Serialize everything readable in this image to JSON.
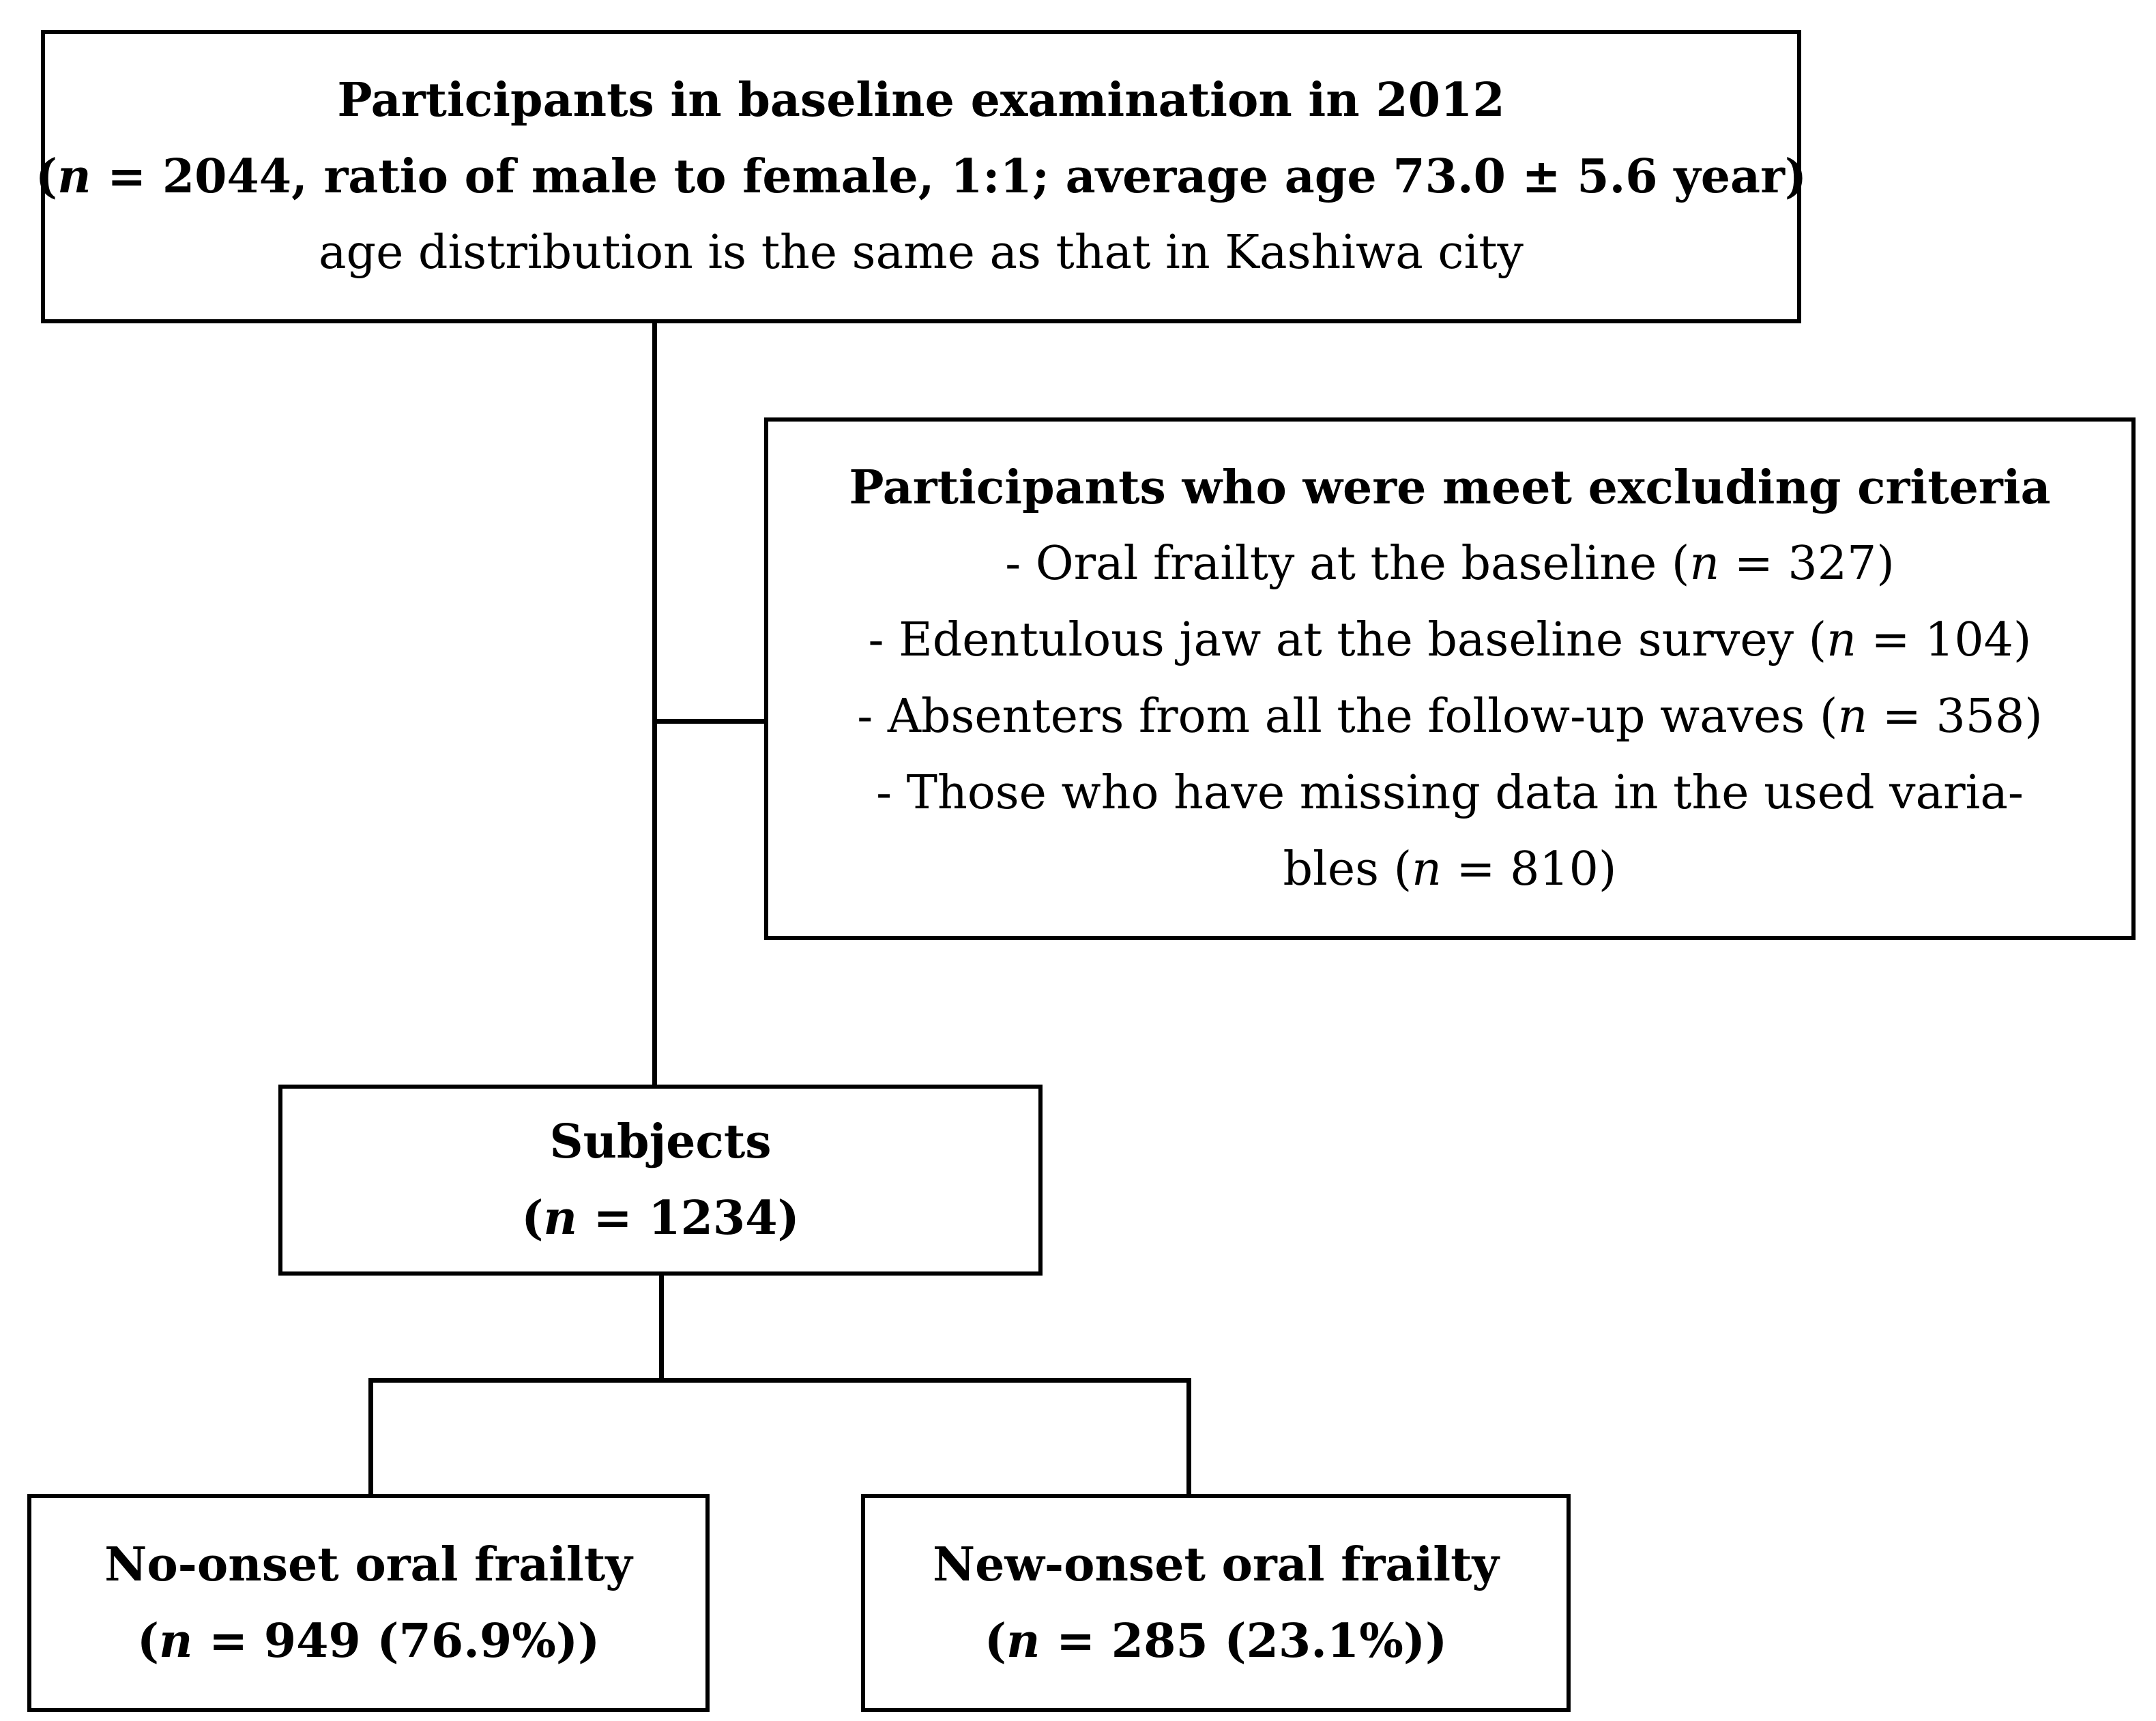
{
  "baseline": {
    "title": "Participants in baseline examination in 2012",
    "n_symbol": "n",
    "stats_text": " = 2044, ratio of male to female, 1:1; average age 73.0 ± 5.6 year)",
    "open_paren": "(",
    "note": "age distribution is the same as that in Kashiwa city"
  },
  "exclusion": {
    "title": "Participants who were meet excluding criteria",
    "n_symbol": "n",
    "items": [
      {
        "pre": "- Oral frailty at the baseline (",
        "post": " = 327)"
      },
      {
        "pre": "- Edentulous jaw at the baseline survey (",
        "post": " = 104)"
      },
      {
        "pre": "- Absenters from all the follow-up waves (",
        "post": " = 358)"
      },
      {
        "pre": "- Those who have missing data in the used varia-",
        "post": ""
      },
      {
        "pre": "bles (",
        "post": " = 810)"
      }
    ]
  },
  "subjects": {
    "title": "Subjects",
    "open_paren": "(",
    "n_symbol": "n",
    "count_text": " = 1234)"
  },
  "outcomes": [
    {
      "title": "No-onset oral frailty",
      "open_paren": "(",
      "n_symbol": "n",
      "count_text": " = 949 (76.9%))"
    },
    {
      "title": "New-onset oral frailty",
      "open_paren": "(",
      "n_symbol": "n",
      "count_text": " = 285 (23.1%))"
    }
  ]
}
